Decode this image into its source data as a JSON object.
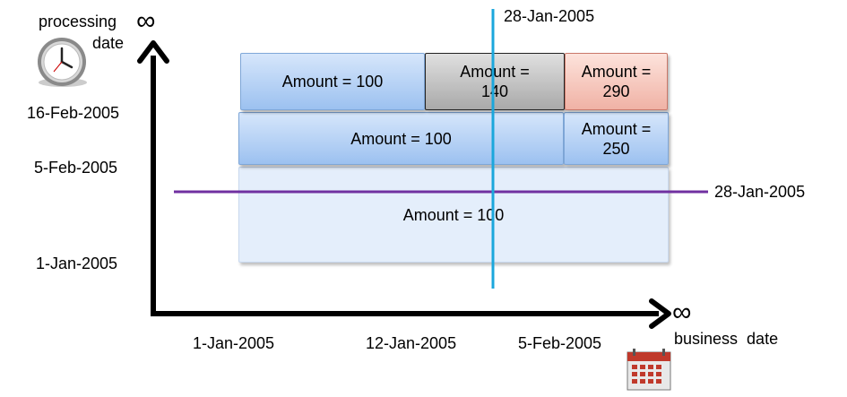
{
  "axes": {
    "y_label_line1": "processing",
    "y_label_line2": "date",
    "y_infinity": "∞",
    "x_infinity": "∞",
    "x_label": "business  date",
    "y_ticks": [
      "16-Feb-2005",
      "5-Feb-2005",
      "1-Jan-2005"
    ],
    "x_ticks": [
      "1-Jan-2005",
      "12-Jan-2005",
      "5-Feb-2005"
    ]
  },
  "lines": {
    "vertical_label": "28-Jan-2005",
    "horizontal_label": "28-Jan-2005",
    "vertical_color": "#1ba7dc",
    "horizontal_color": "#7030a0"
  },
  "boxes": {
    "top_left": "Amount = 100",
    "top_middle": "Amount = 140",
    "top_right": "Amount = 290",
    "mid_left": "Amount = 100",
    "mid_right": "Amount = 250",
    "base": "Amount = 100"
  },
  "icons": [
    "clock-icon",
    "calendar-icon"
  ]
}
